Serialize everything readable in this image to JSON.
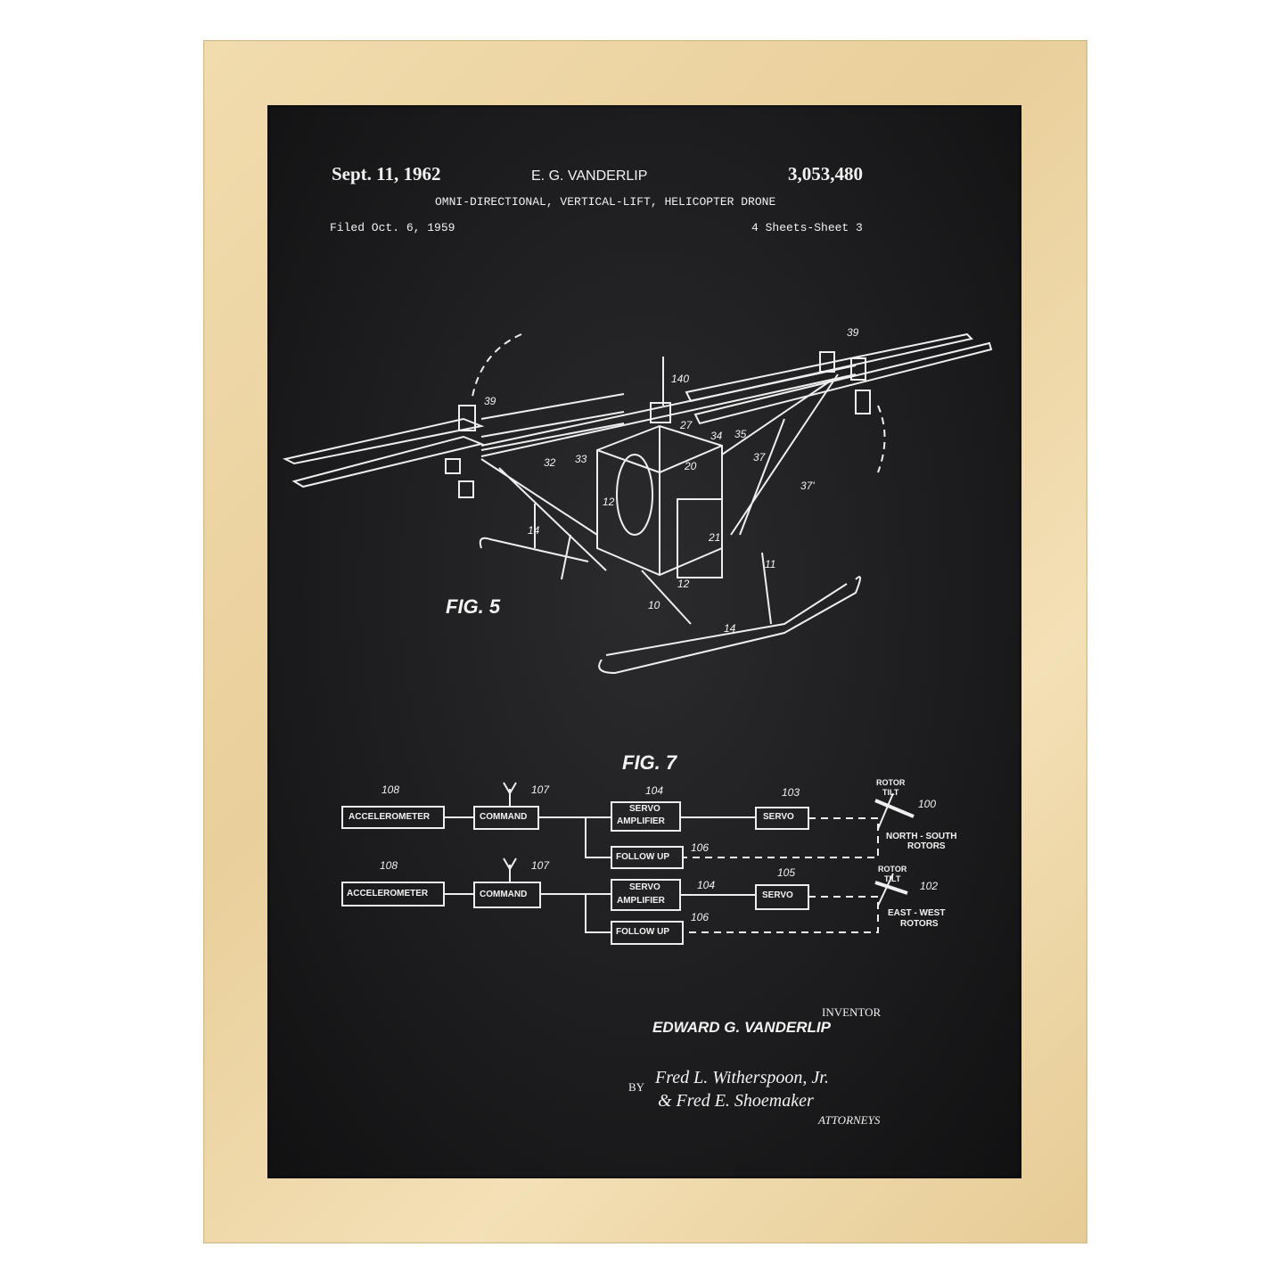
{
  "header": {
    "date": "Sept. 11, 1962",
    "inventor_short": "E. G. VANDERLIP",
    "patent_number": "3,053,480",
    "title": "OMNI-DIRECTIONAL, VERTICAL-LIFT, HELICOPTER DRONE",
    "filed": "Filed Oct. 6, 1959",
    "sheets": "4 Sheets-Sheet 3"
  },
  "fig5": {
    "label": "FIG. 5",
    "refs": [
      "39",
      "39",
      "140",
      "27",
      "34",
      "35",
      "32",
      "33",
      "20",
      "37",
      "37'",
      "12",
      "14",
      "21",
      "11",
      "12",
      "10",
      "14"
    ]
  },
  "fig7": {
    "label": "FIG. 7",
    "rows": [
      {
        "accel": "ACCELEROMETER",
        "accel_ref": "108",
        "command": "COMMAND",
        "command_ref": "107",
        "amp1": "SERVO",
        "amp2": "AMPLIFIER",
        "amp_ref": "104",
        "servo": "SERVO",
        "servo_ref": "103",
        "follow": "FOLLOW UP",
        "follow_ref": "106",
        "tilt1": "ROTOR",
        "tilt2": "TILT",
        "tilt_ref": "100",
        "rotors1": "NORTH - SOUTH",
        "rotors2": "ROTORS"
      },
      {
        "accel": "ACCELEROMETER",
        "accel_ref": "108",
        "command": "COMMAND",
        "command_ref": "107",
        "amp1": "SERVO",
        "amp2": "AMPLIFIER",
        "amp_ref": "104",
        "servo": "SERVO",
        "servo_ref": "105",
        "follow": "FOLLOW UP",
        "follow_ref": "106",
        "tilt1": "ROTOR",
        "tilt2": "TILT",
        "tilt_ref": "102",
        "rotors1": "EAST - WEST",
        "rotors2": "ROTORS"
      }
    ]
  },
  "footer": {
    "inventor_label": "INVENTOR",
    "inventor_name": "EDWARD G. VANDERLIP",
    "by": "BY",
    "signature1": "Fred L. Witherspoon, Jr.",
    "signature2": "& Fred E. Shoemaker",
    "attorneys": "ATTORNEYS"
  },
  "colors": {
    "frame": "#ecd4a2",
    "poster": "#1d1d1f",
    "ink": "#f2f2f2"
  }
}
